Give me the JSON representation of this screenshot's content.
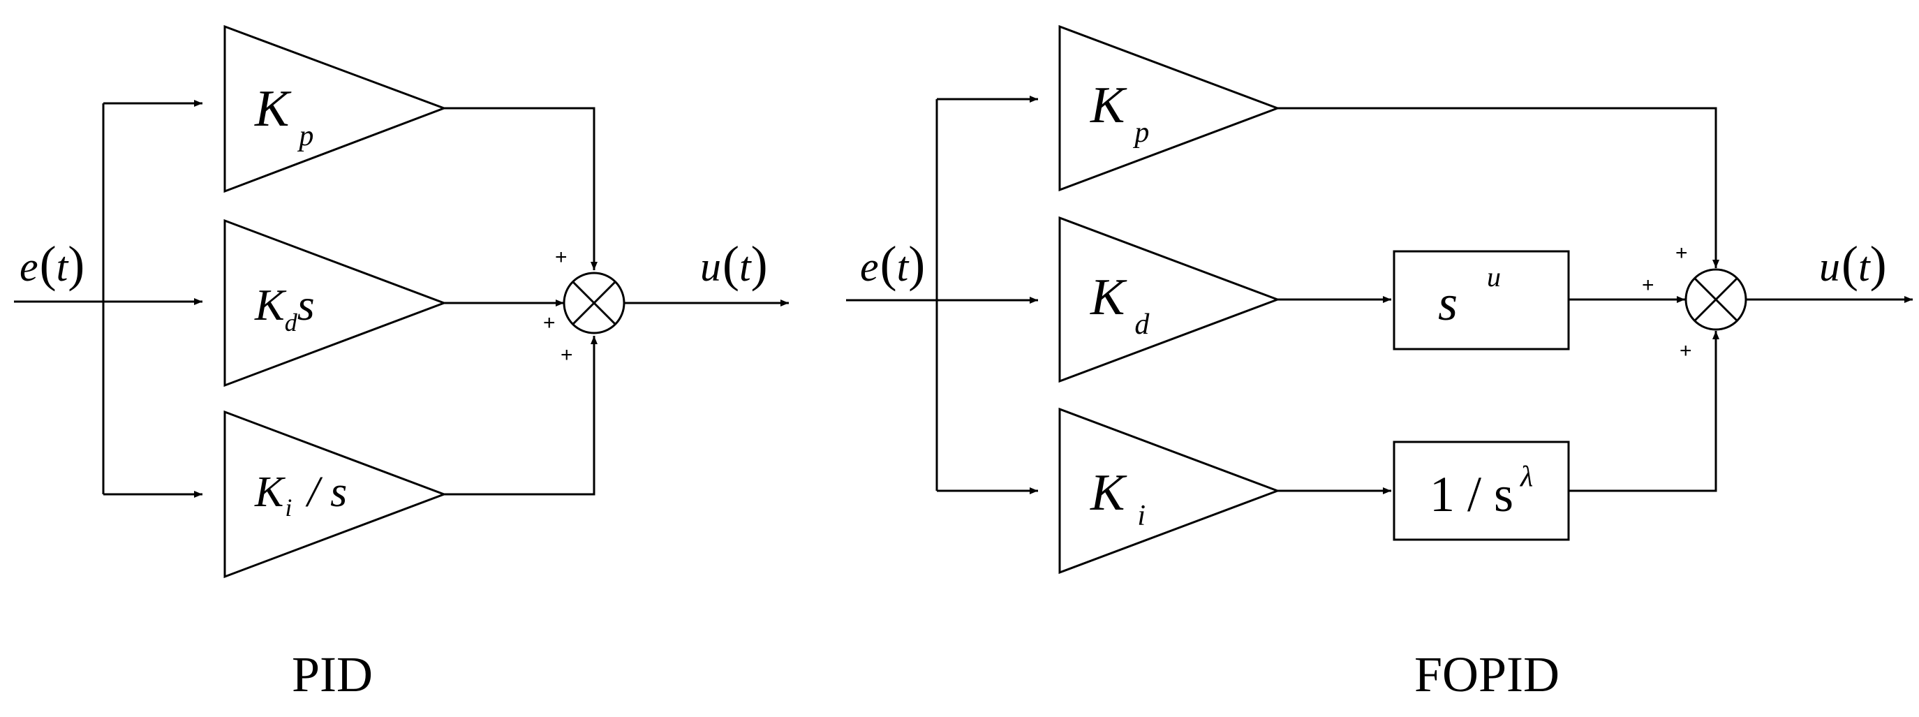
{
  "pid": {
    "caption": "PID",
    "input": {
      "sym": "e",
      "paren_open": "(",
      "arg": "t",
      "paren_close": ")"
    },
    "output": {
      "sym": "u",
      "paren_open": "(",
      "arg": "t",
      "paren_close": ")"
    },
    "kp": {
      "base": "K",
      "sub": "p"
    },
    "kd": {
      "base": "K",
      "sub": "d",
      "tail": "s"
    },
    "ki": {
      "base": "K",
      "sub": "i",
      "tail": "/ s"
    },
    "signs": [
      "+",
      "+",
      "+"
    ]
  },
  "fopid": {
    "caption": "FOPID",
    "input": {
      "sym": "e",
      "paren_open": "(",
      "arg": "t",
      "paren_close": ")"
    },
    "output": {
      "sym": "u",
      "paren_open": "(",
      "arg": "t",
      "paren_close": ")"
    },
    "kp": {
      "base": "K",
      "sub": "p"
    },
    "kd": {
      "base": "K",
      "sub": "d"
    },
    "ki": {
      "base": "K",
      "sub": "i"
    },
    "deriv_block": {
      "base": "s",
      "exp": "u"
    },
    "integ_block": {
      "base": "1 / s",
      "exp": "λ"
    },
    "signs": [
      "+",
      "+",
      "+"
    ]
  }
}
